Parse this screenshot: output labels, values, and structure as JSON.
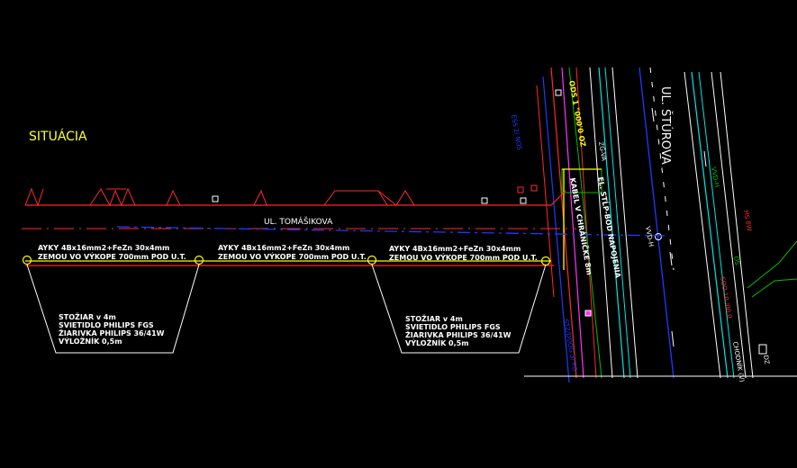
{
  "title": "SITUÁCIA",
  "street_main": "UL. TOMÁŠIKOVA",
  "street_cross": "UL. ŠTÚROVA",
  "cable_label_line1": "AYKY 4Bx16mm2+FeZn 30x4mm",
  "cable_label_line2": "ZEMOU VO VÝKOPE 700mm POD U.T.",
  "pole_label": [
    "STOŽIAR v 4m",
    "SVIETIDLO PHILIPS FGS",
    "ŽIARIVKA PHILIPS 36/41W",
    "VÝLOŽNÍK 0,5m"
  ],
  "conduit_label": "KABEL V CHRÁNIČKE 8m",
  "connection_label": "EL. STĹP-BOD NAPOJENIA",
  "chodnik_label": "CHODNÍK (V)",
  "pipe_label_1": "ODS 1 \"000'0 OZ",
  "pipe_label_2": "ESS 2/ NOS",
  "pipe_label_3": "STZ/DOOG 3/ PO",
  "misc_label_1": "ZG-VA",
  "misc_label_2": "VVD-H",
  "misc_label_3": "VVD-H",
  "misc_label_4": "HS 8W",
  "misc_label_5": "SOO 10 /00.0",
  "misc_label_6": "OS",
  "misc_label_7": "DZ",
  "colors": {
    "background": "#000000",
    "red": "#ff2a2a",
    "yellow": "#ffff00",
    "white": "#ffffff",
    "blue": "#1a3cff",
    "cyan": "#00e5e5",
    "magenta": "#ff33ff",
    "green": "#00c000",
    "title": "#ffff33"
  }
}
